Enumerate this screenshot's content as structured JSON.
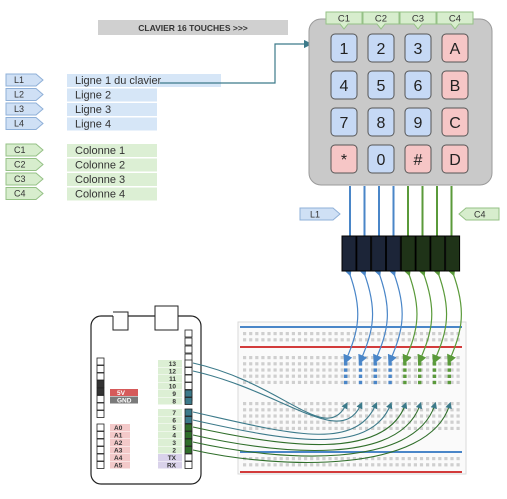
{
  "title": "CLAVIER 16 TOUCHES >>>",
  "legend": {
    "rows": [
      {
        "tag": "L1",
        "label": "Ligne 1 du clavier"
      },
      {
        "tag": "L2",
        "label": "Ligne 2"
      },
      {
        "tag": "L3",
        "label": "Ligne 3"
      },
      {
        "tag": "L4",
        "label": "Ligne 4"
      }
    ],
    "cols": [
      {
        "tag": "C1",
        "label": "Colonne 1"
      },
      {
        "tag": "C2",
        "label": "Colonne 2"
      },
      {
        "tag": "C3",
        "label": "Colonne 3"
      },
      {
        "tag": "C4",
        "label": "Colonne 4"
      }
    ]
  },
  "keypad": {
    "col_tags": [
      "C1",
      "C2",
      "C3",
      "C4"
    ],
    "keys": [
      [
        "1",
        "2",
        "3",
        "A"
      ],
      [
        "4",
        "5",
        "6",
        "B"
      ],
      [
        "7",
        "8",
        "9",
        "C"
      ],
      [
        "*",
        "0",
        "#",
        "D"
      ]
    ],
    "wire_tag_left": "L1",
    "wire_tag_right": "C4"
  },
  "arduino": {
    "power_pins": [
      "5V",
      "GND"
    ],
    "analog_pins": [
      "A0",
      "A1",
      "A2",
      "A3",
      "A4",
      "A5"
    ],
    "digital_upper": [
      "13",
      "12",
      "11",
      "10",
      "9",
      "8"
    ],
    "digital_lower": [
      "7",
      "6",
      "5",
      "4",
      "3",
      "2",
      "TX",
      "RX"
    ]
  },
  "colors": {
    "row_wire": "#4a86c8",
    "col_wire": "#5a9a3a",
    "key_blue": "#c6d9f5",
    "key_red": "#f6c6c6",
    "keypad_body": "#c9c9c9",
    "cable_to_arduino": "#3c7a8a",
    "rail_red": "#d23b3b",
    "rail_blue": "#4a86c8"
  }
}
